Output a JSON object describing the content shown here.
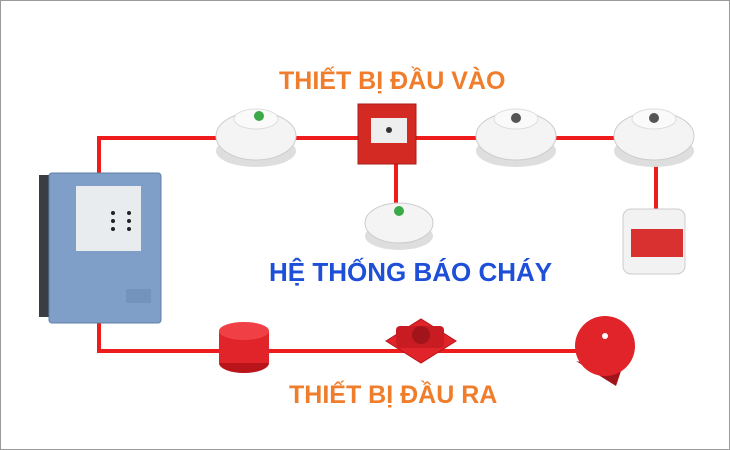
{
  "labels": {
    "input_devices": "THIẾT BỊ ĐẦU VÀO",
    "system_title": "HỆ THỐNG BÁO CHÁY",
    "output_devices": "THIẾT BỊ ĐẦU RA"
  },
  "colors": {
    "wire": "#ee1c1c",
    "input_text": "#f07d2c",
    "title_text": "#1d4fd8",
    "panel": "#7f9fc9"
  }
}
